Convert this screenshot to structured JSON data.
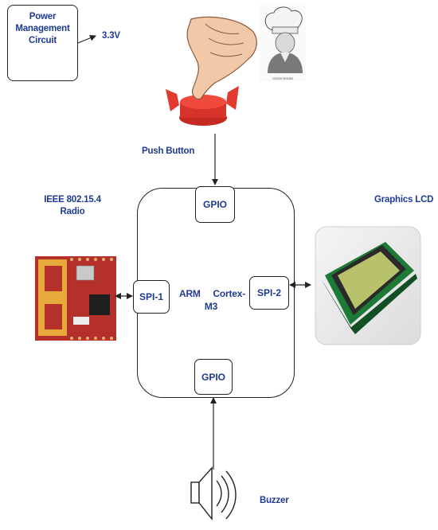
{
  "power_block": {
    "line1": "Power",
    "line2": "Management",
    "line3": "Circuit",
    "output": "3.3V"
  },
  "chef_caption": "COOK ROOM",
  "push_button_label": "Push Button",
  "radio_label": {
    "line1": "IEEE 802.15.4",
    "line2": "Radio"
  },
  "graphics_lcd_label": "Graphics LCD",
  "mcu": {
    "line1_a": "ARM",
    "line1_b": "Cortex-",
    "line2": "M3"
  },
  "ports": {
    "top": "GPIO",
    "left": "SPI-1",
    "right": "SPI-2",
    "bottom": "GPIO"
  },
  "buzzer_label": "Buzzer",
  "colors": {
    "label_text": "#1f3a93",
    "lines": "#222222",
    "pcb": "#b5302b",
    "antenna": "#e7a93c",
    "lcd_screen": "#b8c26a",
    "lcd_board": "#1c7a36"
  }
}
